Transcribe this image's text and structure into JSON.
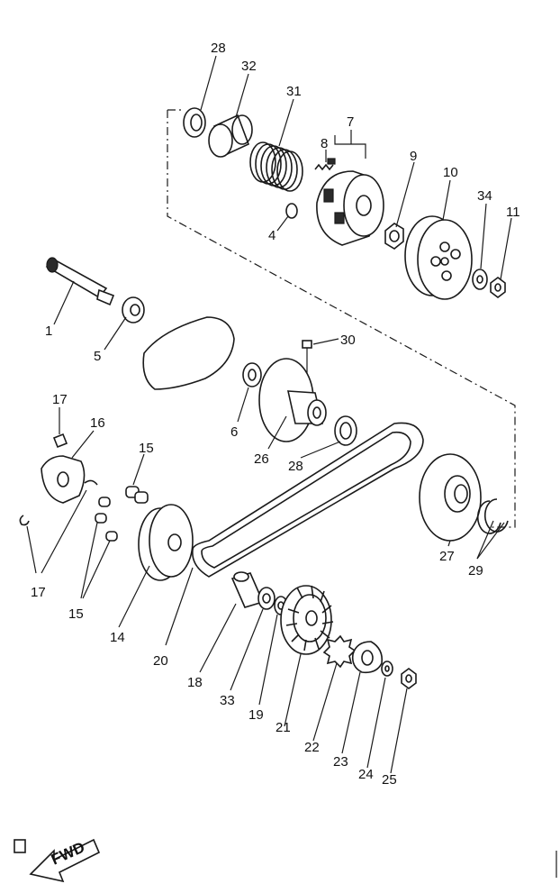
{
  "diagram": {
    "fwd_label": "FWD",
    "callouts": [
      "1",
      "4",
      "5",
      "6",
      "7",
      "8",
      "9",
      "10",
      "11",
      "14",
      "15",
      "15",
      "16",
      "17",
      "17",
      "18",
      "19",
      "20",
      "21",
      "22",
      "23",
      "24",
      "25",
      "26",
      "27",
      "28",
      "28",
      "29",
      "30",
      "31",
      "32",
      "33",
      "34"
    ]
  }
}
